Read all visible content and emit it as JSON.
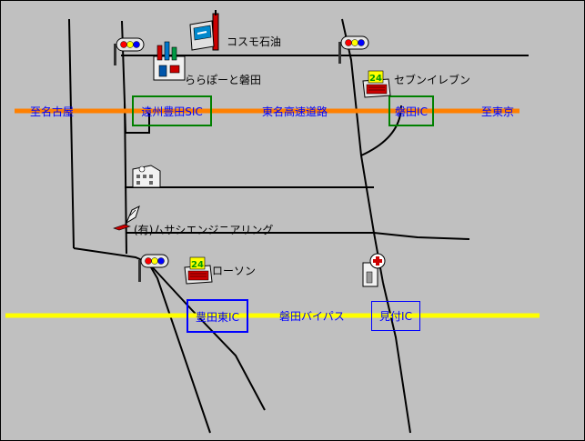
{
  "map": {
    "labels": {
      "cosmo_oil": "コスモ石油",
      "lalaport": "ららぽーと磐田",
      "seven_eleven": "セブンイレブン",
      "musashi": "(有)ムサシエンジニアリング",
      "lawson": "ローソン",
      "to_nagoya": "至名古屋",
      "tomei": "東名高速道路",
      "to_tokyo": "至東京",
      "iwata_bypass": "磐田バイパス",
      "enshu_toyoda_sic": "遠州豊田SIC",
      "iwata_ic": "磐田IC",
      "toyoda_higashi_ic": "豊田東IC",
      "mitsuke_ic": "見付IC"
    },
    "colors": {
      "background": "#c0c0c0",
      "tomei_expressway": "#ff8000",
      "bypass": "#ffff00",
      "road": "#000000",
      "ic_box_green": "#008000",
      "ic_box_blue": "#0000ff",
      "label_blue": "#0000ff"
    },
    "icons": [
      "traffic-signal-icon",
      "gas-station-icon",
      "shopping-mall-icon",
      "convenience-store-icon",
      "building-icon",
      "factory-icon",
      "hospital-icon"
    ]
  }
}
